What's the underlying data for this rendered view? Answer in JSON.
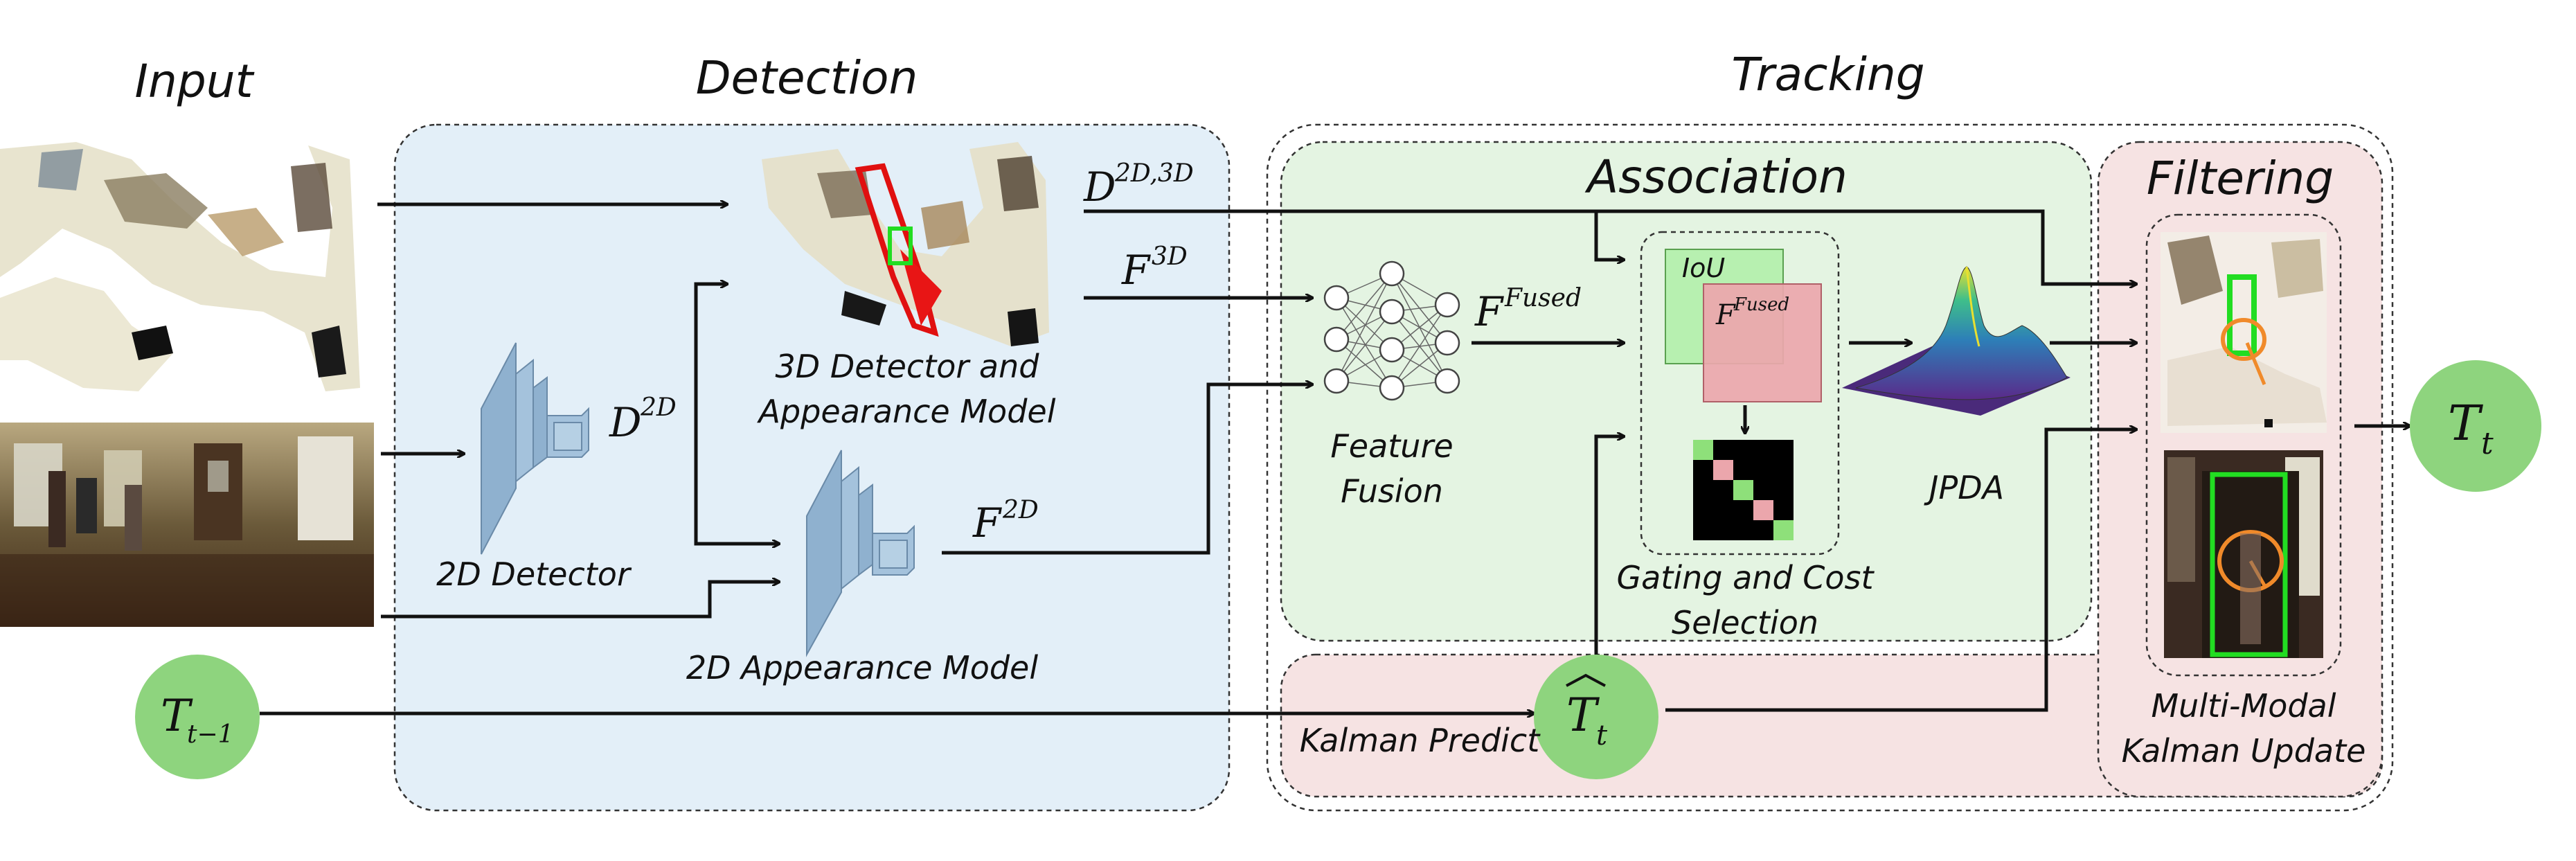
{
  "sections": {
    "input": "Input",
    "detection": "Detection",
    "tracking": "Tracking",
    "association": "Association",
    "filtering": "Filtering"
  },
  "labels": {
    "detector_3d_line1": "3D Detector and",
    "detector_3d_line2": "Appearance Model",
    "detector_2d": "2D Detector",
    "appearance_2d": "2D Appearance Model",
    "feature_fusion_line1": "Feature",
    "feature_fusion_line2": "Fusion",
    "gating_line1": "Gating and Cost",
    "gating_line2": "Selection",
    "jpda": "JPDA",
    "iou": "IoU",
    "kalman_predict": "Kalman Predict",
    "mm_update_line1": "Multi-Modal",
    "mm_update_line2": "Kalman Update"
  },
  "math": {
    "d_2d3d_base": "D",
    "d_2d3d_sup": "2D,3D",
    "f_3d_base": "F",
    "f_3d_sup": "3D",
    "d_2d_base": "D",
    "d_2d_sup": "2D",
    "f_2d_base": "F",
    "f_2d_sup": "2D",
    "f_fused_base": "F",
    "f_fused_sup": "Fused",
    "t_prev_base": "T",
    "t_prev_sub": "t−1",
    "t_pred_base": "T",
    "t_pred_sub": "t",
    "t_out_base": "T",
    "t_out_sub": "t"
  },
  "colors": {
    "detection_bg": "#e3eff8",
    "association_bg": "#e4f4e2",
    "filtering_bg": "#f6e3e3",
    "node_green": "#8ed47e",
    "cnn_blue": "#9cbdd9",
    "iou_green": "#b7f0b0",
    "fused_pink": "#eba6ac"
  }
}
